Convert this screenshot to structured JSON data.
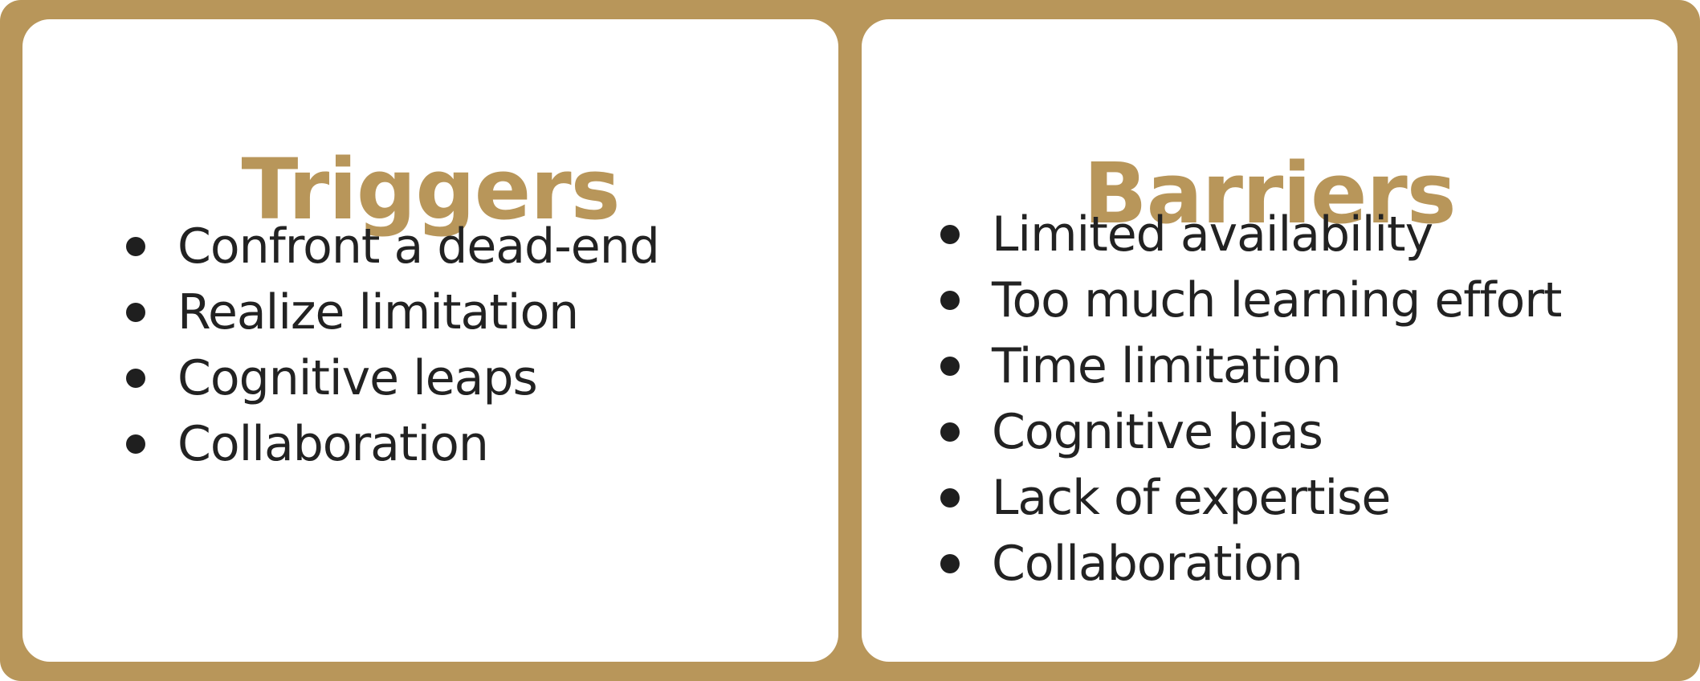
{
  "colors": {
    "frame": "#b8965a",
    "panel_background": "#ffffff",
    "title": "#b8965a",
    "text": "#222222",
    "bullet": "#1f1f1f"
  },
  "panels": {
    "triggers": {
      "title": "Triggers",
      "items": [
        "Confront a dead-end",
        "Realize limitation",
        "Cognitive leaps",
        "Collaboration"
      ]
    },
    "barriers": {
      "title": "Barriers",
      "items": [
        "Limited availability",
        "Too much learning effort",
        "Time limitation",
        "Cognitive bias",
        "Lack of expertise",
        "Collaboration"
      ]
    }
  }
}
